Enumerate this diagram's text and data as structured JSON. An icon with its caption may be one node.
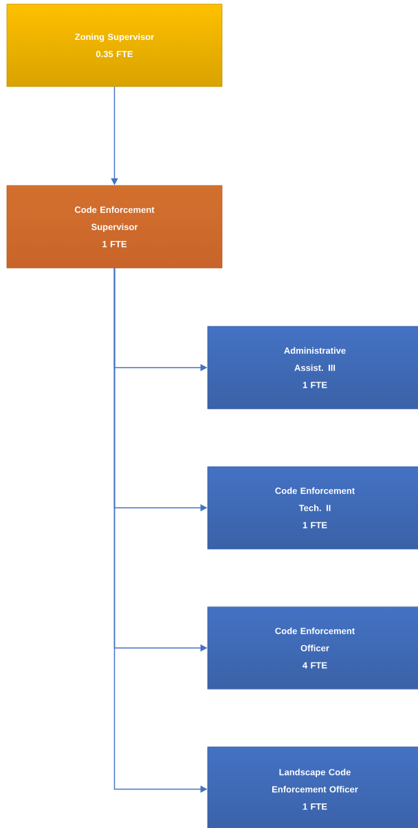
{
  "diagram": {
    "nodes": [
      {
        "text": [
          "Zoning Supervisor",
          "0.35 FTE"
        ]
      },
      {
        "text": [
          "Code Enforcement Supervisor",
          "1 FTE"
        ]
      },
      {
        "text": [
          "Administrative Assist. III",
          "1 FTE"
        ]
      },
      {
        "text": [
          "Code Enforcement Tech. II",
          "1 FTE"
        ]
      },
      {
        "text": [
          "Code Enforcement Officer",
          "4 FTE"
        ]
      },
      {
        "text": [
          "Landscape Code Enforcement Officer",
          "1 FTE"
        ]
      }
    ],
    "edges": [
      {
        "from": 0,
        "to": 1,
        "arrow": "to"
      },
      {
        "from": 1,
        "to": 2,
        "arrow": "to"
      },
      {
        "from": 1,
        "to": 3,
        "arrow": "to"
      },
      {
        "from": 1,
        "to": 4,
        "arrow": "to"
      },
      {
        "from": 1,
        "to": 5,
        "arrow": "to"
      }
    ]
  }
}
